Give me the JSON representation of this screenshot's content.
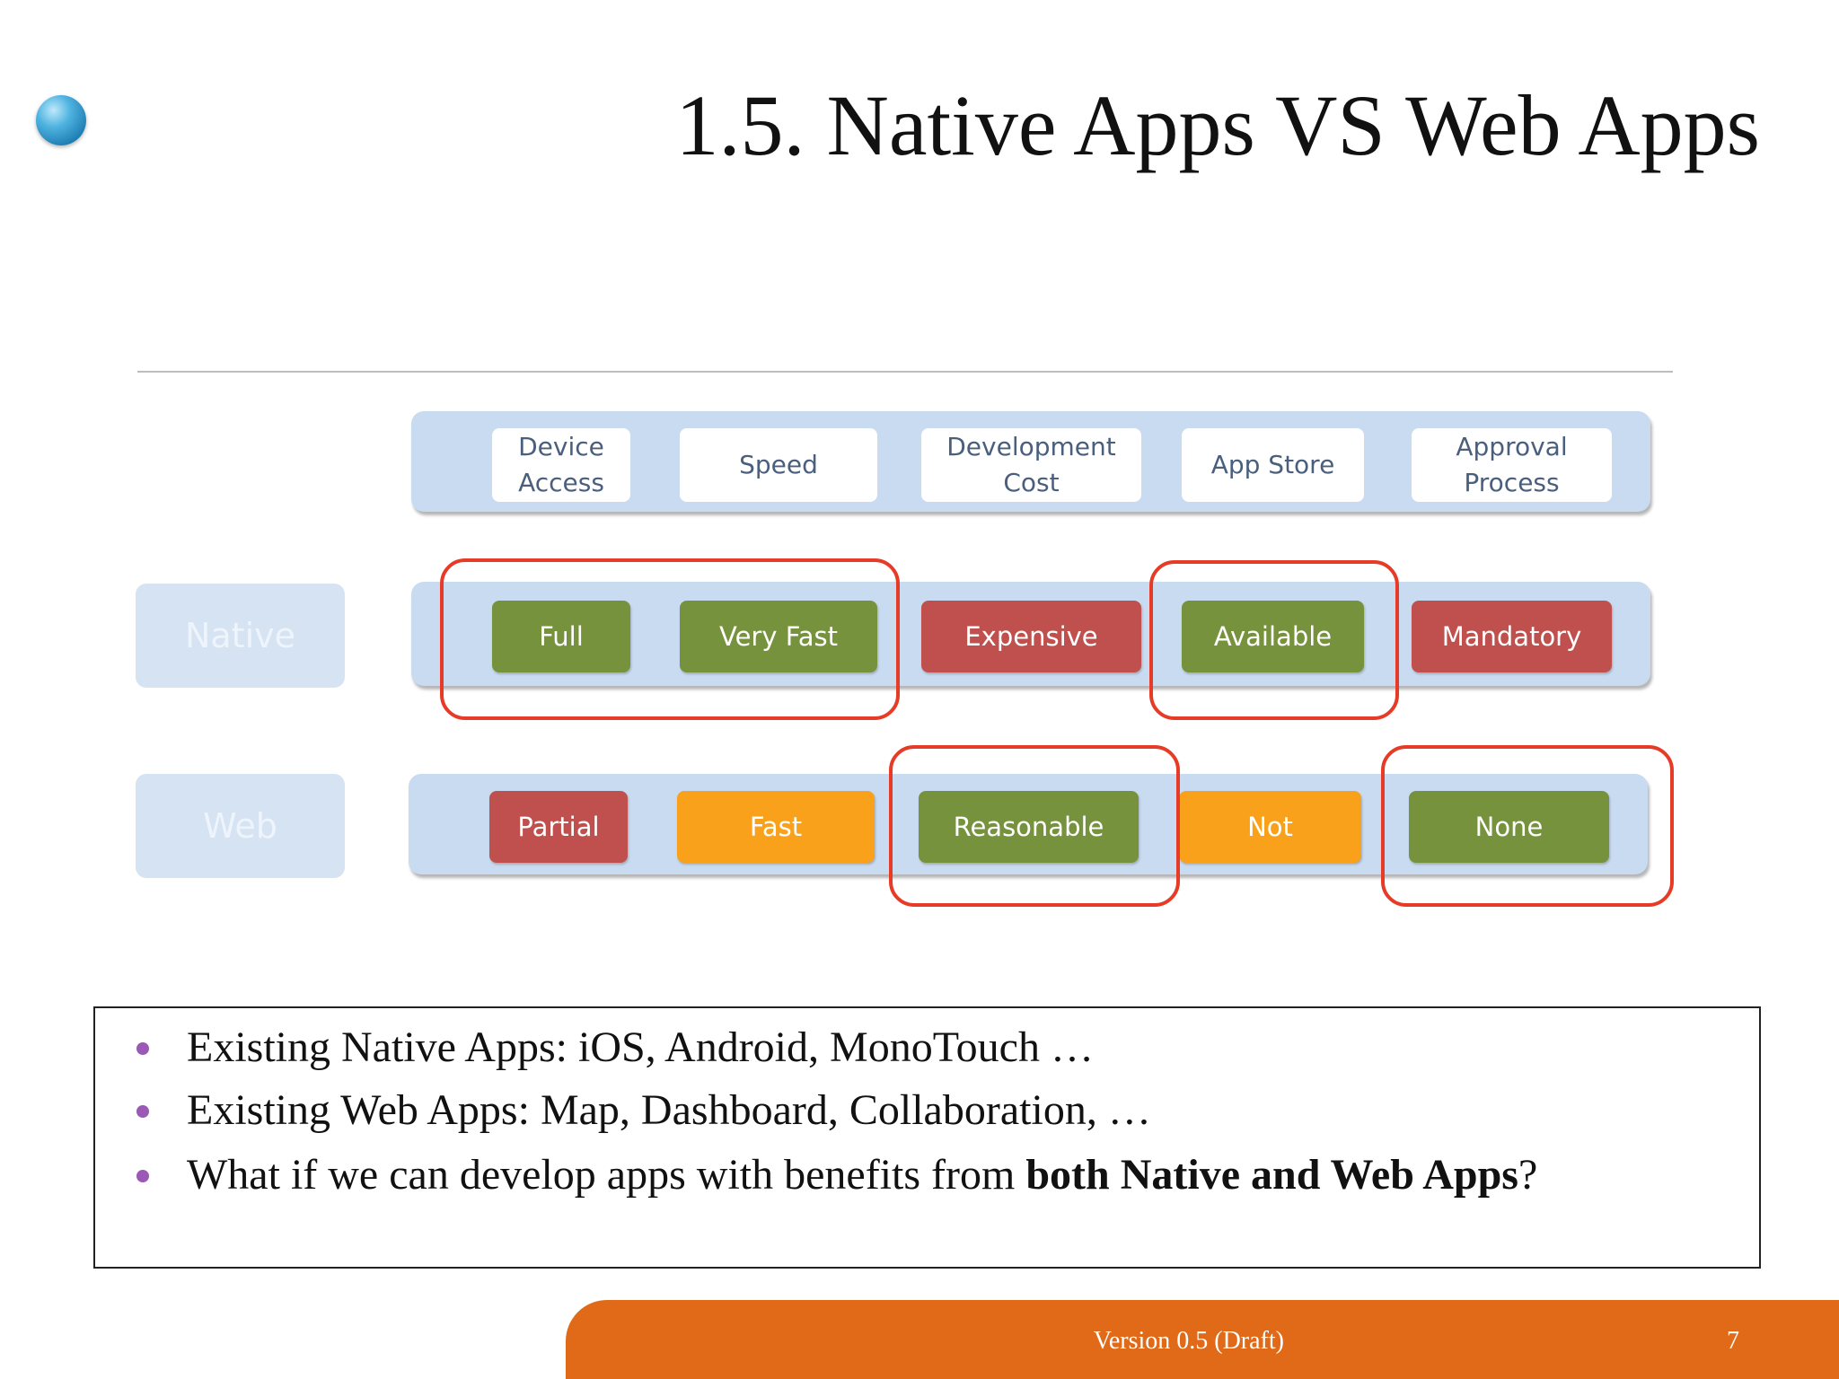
{
  "slide": {
    "title": "1.5. Native Apps VS Web Apps",
    "footer": {
      "version": "Version 0.5 (Draft)",
      "page": "7"
    }
  },
  "table": {
    "headers": [
      "Device\nAccess",
      "Speed",
      "Development\nCost",
      "App Store",
      "Approval\nProcess"
    ],
    "rows": [
      {
        "label": "Native",
        "cells": [
          {
            "text": "Full",
            "color": "#76923c"
          },
          {
            "text": "Very Fast",
            "color": "#76923c"
          },
          {
            "text": "Expensive",
            "color": "#c0504d"
          },
          {
            "text": "Available",
            "color": "#76923c"
          },
          {
            "text": "Mandatory",
            "color": "#c0504d"
          }
        ]
      },
      {
        "label": "Web",
        "cells": [
          {
            "text": "Partial",
            "color": "#c0504d"
          },
          {
            "text": "Fast",
            "color": "#f9a11b"
          },
          {
            "text": "Reasonable",
            "color": "#76923c"
          },
          {
            "text": "Not",
            "color": "#f9a11b"
          },
          {
            "text": "None",
            "color": "#76923c"
          }
        ]
      }
    ],
    "highlight_color": "#e63b26"
  },
  "bullets": [
    {
      "text": "Existing Native Apps: iOS, Android, MonoTouch …"
    },
    {
      "text": "Existing Web Apps: Map, Dashboard, Collaboration, …"
    },
    {
      "text_before": "What if we can develop apps with benefits from ",
      "text_bold": "both Native and Web Apps",
      "text_after": "?"
    }
  ],
  "colors": {
    "accent": "#e06a17",
    "bullet": "#9b59b6"
  }
}
